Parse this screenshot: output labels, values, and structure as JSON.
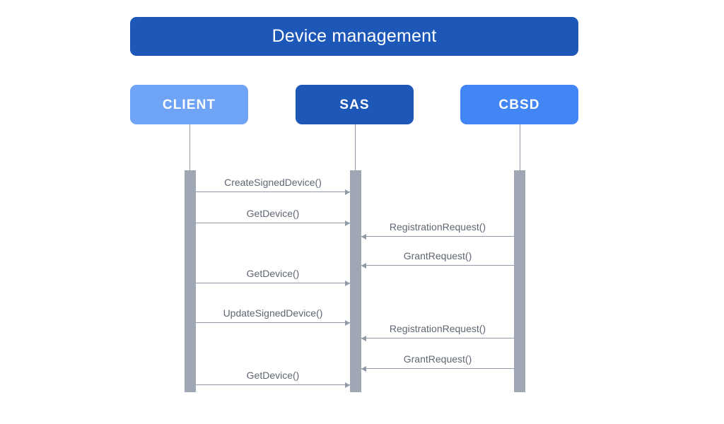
{
  "diagram": {
    "title": "Device management",
    "type": "sequence-diagram",
    "colors": {
      "title_bar": "#1d58b8",
      "client": "#6fa3f5",
      "sas": "#1d58b8",
      "cbsd": "#4285f4",
      "activation_bar": "#9ea7b3",
      "message_line": "#9099a6",
      "message_label": "#5f6672",
      "background": "#ffffff"
    },
    "actors": [
      {
        "id": "client",
        "label": "CLIENT",
        "color": "#6fa3f5"
      },
      {
        "id": "sas",
        "label": "SAS",
        "color": "#1d58b8"
      },
      {
        "id": "cbsd",
        "label": "CBSD",
        "color": "#4285f4"
      }
    ],
    "messages": [
      {
        "label": "CreateSignedDevice()",
        "from": "client",
        "to": "sas",
        "direction": "right"
      },
      {
        "label": "GetDevice()",
        "from": "client",
        "to": "sas",
        "direction": "right"
      },
      {
        "label": "RegistrationRequest()",
        "from": "cbsd",
        "to": "sas",
        "direction": "left"
      },
      {
        "label": "GrantRequest()",
        "from": "cbsd",
        "to": "sas",
        "direction": "left"
      },
      {
        "label": "GetDevice()",
        "from": "client",
        "to": "sas",
        "direction": "right"
      },
      {
        "label": "UpdateSignedDevice()",
        "from": "client",
        "to": "sas",
        "direction": "right"
      },
      {
        "label": "RegistrationRequest()",
        "from": "cbsd",
        "to": "sas",
        "direction": "left"
      },
      {
        "label": "GrantRequest()",
        "from": "cbsd",
        "to": "sas",
        "direction": "left"
      },
      {
        "label": "GetDevice()",
        "from": "client",
        "to": "sas",
        "direction": "right"
      }
    ]
  }
}
